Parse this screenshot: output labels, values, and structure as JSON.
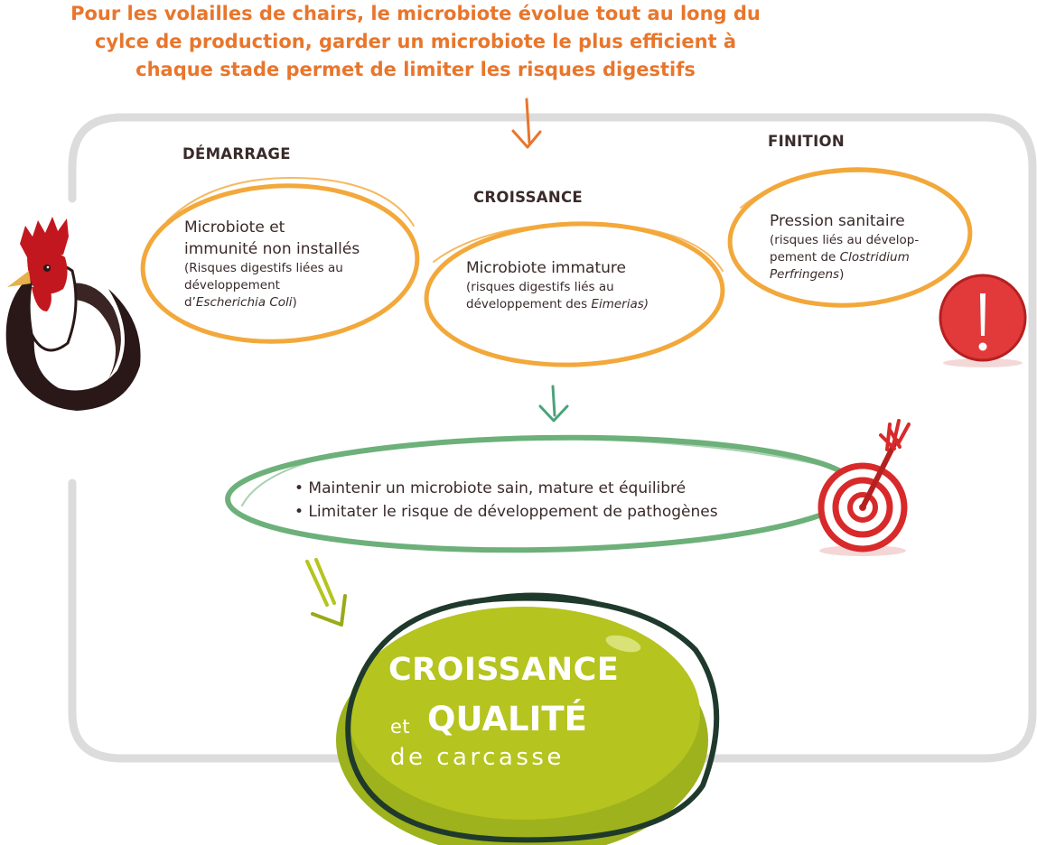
{
  "headline": {
    "line1": "Pour les volailles de chairs, le microbiote évolue tout au long du",
    "line2": "cylce de production, garder un microbiote le plus efficient à",
    "line3": "chaque stade permet de limiter les risques digestifs"
  },
  "stages": [
    {
      "title": "DÉMARRAGE",
      "main_line1": "Microbiote et",
      "main_line2": "immunité non installés",
      "sub_line1": "(Risques digestifs liées au",
      "sub_line2": "développement",
      "sub_line3_prefix": "d’",
      "sub_line3_italic": "Escherichia Coli",
      "sub_line3_suffix": ")"
    },
    {
      "title": "CROISSANCE",
      "main_line1": "Microbiote immature",
      "sub_line1": "(risques digestifs liés au",
      "sub_line2_prefix": "développement des ",
      "sub_line2_italic": "Eimerias)"
    },
    {
      "title": "FINITION",
      "main_line1": "Pression sanitaire",
      "sub_line1": "(risques liés au dévelop-",
      "sub_line2_prefix": "pement de ",
      "sub_line2_italic": "Clostridium",
      "sub_line3_italic": "Perfringens",
      "sub_line3_suffix": ")"
    }
  ],
  "goals": [
    "• Maintenir un microbiote sain, mature et équilibré",
    "• Limitater le risque de développement de pathogènes"
  ],
  "result": {
    "line1": "CROISSANCE",
    "line2_prefix": "et",
    "line2_main": "QUALITÉ",
    "line3": "de carcasse"
  },
  "colors": {
    "headline_orange": "#e8762c",
    "bubble_outline": "#f2a83a",
    "goal_outline": "#6db07a",
    "result_fill": "#b5c41f",
    "result_outline": "#1f3a2c",
    "frame_gray": "#dcdcdc",
    "alert_red": "#e23a3a",
    "target_red": "#d82a2a"
  },
  "icons": [
    "rooster-icon",
    "alert-exclamation-icon",
    "target-arrow-icon",
    "arrow-down-icon"
  ]
}
